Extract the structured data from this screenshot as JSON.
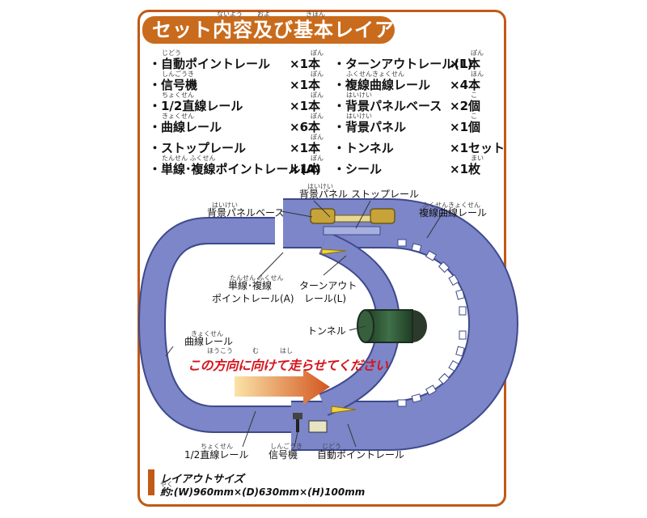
{
  "title": {
    "text": "セット内容及び基本レイアウト",
    "ruby": [
      "ないよう",
      "およ",
      "きほん"
    ]
  },
  "contents_left": [
    {
      "name": "・自動ポイントレール",
      "qty": "×1本",
      "ruby": "じどう",
      "qty_ruby": "ぽん"
    },
    {
      "name": "・信号機",
      "qty": "×1本",
      "ruby": "しんごうき",
      "qty_ruby": "ぽん"
    },
    {
      "name": "・1/2直線レール",
      "qty": "×1本",
      "ruby": "ちょくせん",
      "qty_ruby": "ぽん"
    },
    {
      "name": "・曲線レール",
      "qty": "×6本",
      "ruby": "きょくせん",
      "qty_ruby": "ぽん"
    },
    {
      "name": "・ストップレール",
      "qty": "×1本",
      "ruby": "",
      "qty_ruby": "ぽん"
    },
    {
      "name": "・単線･複線ポイントレール(A)",
      "qty": "×1本",
      "ruby": "たんせん ふくせん",
      "qty_ruby": "ぽん"
    }
  ],
  "contents_right": [
    {
      "name": "・ターンアウトレール(L)",
      "qty": "×1本",
      "ruby": "",
      "qty_ruby": "ぽん"
    },
    {
      "name": "・複線曲線レール",
      "qty": "×4本",
      "ruby": "ふくせんきょくせん",
      "qty_ruby": "ほん"
    },
    {
      "name": "・背景パネルベース",
      "qty": "×2個",
      "ruby": "はいけい",
      "qty_ruby": "こ"
    },
    {
      "name": "・背景パネル",
      "qty": "×1個",
      "ruby": "はいけい",
      "qty_ruby": "こ"
    },
    {
      "name": "・トンネル",
      "qty": "×1セット",
      "ruby": "",
      "qty_ruby": ""
    },
    {
      "name": "・シール",
      "qty": "×1枚",
      "ruby": "",
      "qty_ruby": "まい"
    }
  ],
  "layout_labels": {
    "bg_panel": "背景パネル",
    "bg_panel_ruby": "はいけい",
    "stop_rail": "ストップレール",
    "bg_panel_base": "背景パネルベース",
    "bg_panel_base_ruby": "はいけい",
    "double_curve": "複線曲線レール",
    "double_curve_ruby": "ふくせんきょくせん",
    "point_a_1": "単線･複線",
    "point_a_2": "ポイントレール(A)",
    "point_a_ruby": "たんせん ふくせん",
    "turnout_1": "ターンアウト",
    "turnout_2": "レール(L)",
    "tunnel": "トンネル",
    "curve": "曲線レール",
    "curve_ruby": "きょくせん",
    "half_straight": "1/2直線レール",
    "half_straight_ruby": "ちょくせん",
    "signal": "信号機",
    "signal_ruby": "しんごうき",
    "auto_point": "自動ポイントレール",
    "auto_point_ruby": "じどう"
  },
  "direction_text": "この方向に向けて走らせてください",
  "direction_ruby": [
    "ほうこう",
    "む",
    "はし"
  ],
  "size": {
    "title": "レイアウトサイズ",
    "value": "約:(W)960mm×(D)630mm×(H)100mm",
    "value_ruby": "やく"
  },
  "colors": {
    "frame": "#c15a16",
    "title_bg": "#c96b1c",
    "track": "#7c86c8",
    "track_edge": "#3e4a8c",
    "tunnel": "#2f5a36",
    "arrow_start": "#f4c06a",
    "arrow_end": "#d2561f",
    "direction_text": "#d4161d"
  }
}
